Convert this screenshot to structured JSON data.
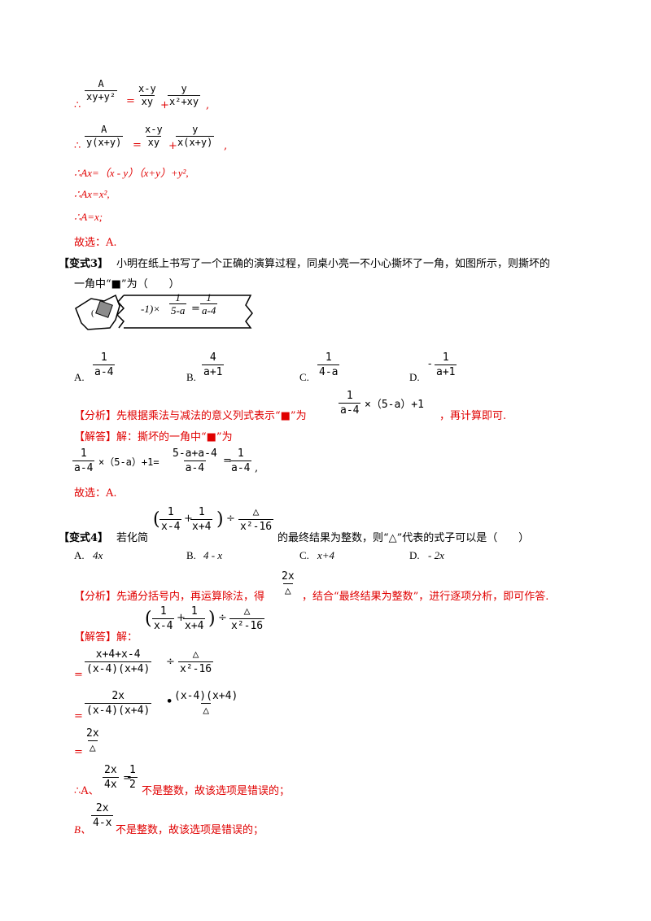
{
  "proof1": {
    "therefore": "∴",
    "line1": {
      "a_num": "A",
      "a_den": "xy+y²",
      "eq": "=",
      "b_num": "x-y",
      "b_den": "xy",
      "plus": "+",
      "c_num": "y",
      "c_den": "x²+xy",
      "tail": ","
    },
    "line2": {
      "a_num": "A",
      "a_den": "y(x+y)",
      "eq": "=",
      "b_num": "x-y",
      "b_den": "xy",
      "plus": "+",
      "c_num": "y",
      "c_den": "x(x+y)",
      "tail": ","
    },
    "line3": "∴Ax=（x - y）（x+y）+y²,",
    "line4": "∴Ax=x²,",
    "line5": "∴A=x;",
    "choice": "故选：A."
  },
  "variant3": {
    "label": "【变式3】",
    "question_line1": "小明在纸上书写了一个正确的演算过程，同桌小亮一不小心撕坏了一角，如图所示，则撕坏的",
    "question_line2": "一角中“■”为（　　）",
    "figure_text": "-1)×",
    "figure_f1_num": "1",
    "figure_f1_den": "5-a",
    "figure_eq": "=",
    "figure_f2_num": "1",
    "figure_f2_den": "a-4",
    "options": [
      {
        "letter": "A.",
        "num": "1",
        "den": "a-4",
        "neg": ""
      },
      {
        "letter": "B.",
        "num": "4",
        "den": "a+1",
        "neg": ""
      },
      {
        "letter": "C.",
        "num": "1",
        "den": "4-a",
        "neg": ""
      },
      {
        "letter": "D.",
        "num": "1",
        "den": "a+1",
        "neg": "-"
      }
    ],
    "analysis_prefix": "【分析】先根据乘法与减法的意义列式表示“■”为",
    "analysis_frac_num": "1",
    "analysis_frac_den": "a-4",
    "analysis_expr": "×（5-a）+1",
    "analysis_suffix": "，再计算即可.",
    "answer_prefix": "【解答】解：撕坏的一角中“■”为",
    "calc": {
      "f1_num": "1",
      "f1_den": "a-4",
      "mid": "×（5-a）+1=",
      "f2_num": "5-a+a-4",
      "f2_den": "a-4",
      "eq": "=",
      "f3_num": "1",
      "f3_den": "a-4",
      "tail": ","
    },
    "choice": "故选：A."
  },
  "variant4": {
    "label": "【变式4】",
    "question_prefix": "若化简",
    "q_f1_num": "1",
    "q_f1_den": "x-4",
    "q_plus": "+",
    "q_f2_num": "1",
    "q_f2_den": "x+4",
    "q_div": "÷",
    "q_f3_num": "△",
    "q_f3_den": "x²-16",
    "question_suffix": "的最终结果为整数，则“△”代表的式子可以是（　　）",
    "options": [
      {
        "letter": "A.",
        "text": "4x"
      },
      {
        "letter": "B.",
        "text": "4 - x"
      },
      {
        "letter": "C.",
        "text": "x+4"
      },
      {
        "letter": "D.",
        "text": "- 2x"
      }
    ],
    "analysis_prefix": "【分析】先通分括号内，再运算除法，得",
    "analysis_frac_num": "2x",
    "analysis_frac_den": "△",
    "analysis_suffix": "，结合“最终结果为整数”，进行逐项分析，即可作答.",
    "answer_label": "【解答】解：",
    "step0": {
      "f1_num": "1",
      "f1_den": "x-4",
      "plus": "+",
      "f2_num": "1",
      "f2_den": "x+4",
      "div": "÷",
      "f3_num": "△",
      "f3_den": "x²-16"
    },
    "step1": {
      "eq": "=",
      "f1_num": "x+4+x-4",
      "f1_den": "(x-4)(x+4)",
      "div": "÷",
      "f2_num": "△",
      "f2_den": "x²-16"
    },
    "step2": {
      "eq": "=",
      "f1_num": "2x",
      "f1_den": "(x-4)(x+4)",
      "dot": "•",
      "f2_num": "(x-4)(x+4)",
      "f2_den": "△"
    },
    "step3": {
      "eq": "=",
      "f_num": "2x",
      "f_den": "△"
    },
    "case_a": {
      "prefix": "∴A、",
      "f1_num": "2x",
      "f1_den": "4x",
      "eq": "=",
      "f2_num": "1",
      "f2_den": "2",
      "suffix": "不是整数，故该选项是错误的；"
    },
    "case_b": {
      "prefix": "B、",
      "f_num": "2x",
      "f_den": "4-x",
      "suffix": "不是整数，故该选项是错误的；"
    }
  }
}
